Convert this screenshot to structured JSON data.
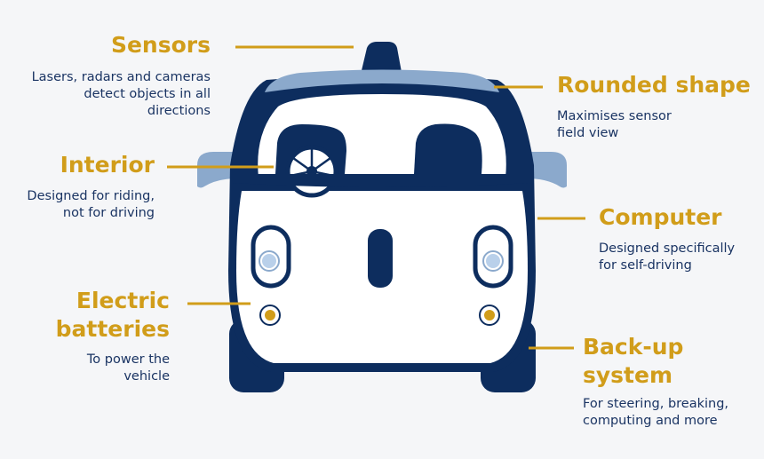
{
  "colors": {
    "accent": "#d19d1a",
    "navy": "#0d2d5e",
    "light_blue": "#8ba9cc",
    "background": "#f5f6f8"
  },
  "labels": {
    "sensors": {
      "title": "Sensors",
      "desc": [
        "Lasers, radars and cameras",
        "detect objects in all",
        "directions"
      ]
    },
    "rounded_shape": {
      "title": "Rounded shape",
      "desc": [
        "Maximises sensor",
        "field view"
      ]
    },
    "interior": {
      "title": "Interior",
      "desc": [
        "Designed for riding,",
        "not for driving"
      ]
    },
    "computer": {
      "title": "Computer",
      "desc": [
        "Designed specifically",
        "for self-driving"
      ]
    },
    "electric_batteries": {
      "title": [
        "Electric",
        "batteries"
      ],
      "desc": [
        "To power the",
        "vehicle"
      ]
    },
    "backup_system": {
      "title": [
        "Back-up",
        "system"
      ],
      "desc": [
        "For steering, breaking,",
        "computing and more"
      ]
    }
  }
}
